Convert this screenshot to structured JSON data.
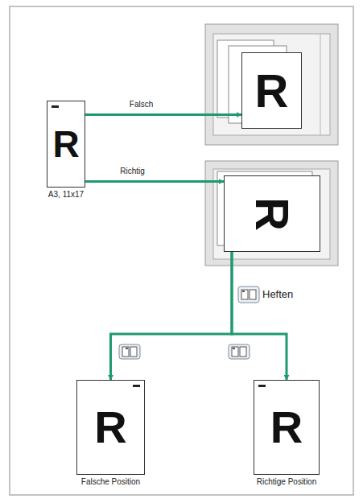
{
  "diagram": {
    "nodes": [
      {
        "text": [
          "R",
          "A3, 11x17"
        ]
      },
      {
        "text": [
          "R"
        ]
      },
      {
        "text": [
          "R"
        ]
      },
      {
        "text": [
          "R",
          "Falsche Position"
        ]
      },
      {
        "text": [
          "R",
          "Richtige Position"
        ]
      }
    ],
    "edges": [
      {
        "from": 0,
        "to": 1,
        "label": "Falsch",
        "arrow": "to"
      },
      {
        "from": 0,
        "to": 2,
        "label": "Richtig",
        "arrow": "to"
      },
      {
        "from": 2,
        "to": 3,
        "arrow": "to"
      },
      {
        "from": 2,
        "to": 4,
        "arrow": "to"
      }
    ],
    "labels": [
      "Heften"
    ]
  }
}
